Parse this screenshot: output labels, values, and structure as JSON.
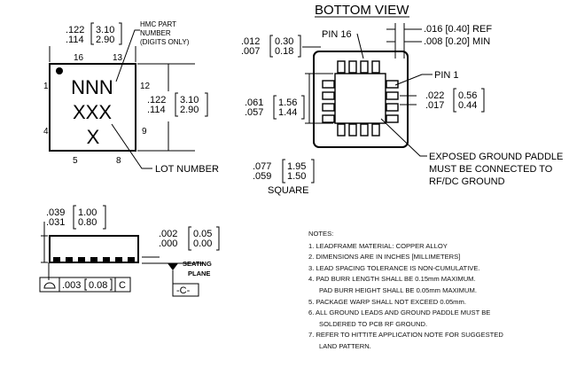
{
  "bottom_view": {
    "title": "BOTTOM VIEW",
    "pin16": "PIN 16",
    "pin1": "PIN 1",
    "pitch_top": ".016 [0.40] REF",
    "pitch_bot": ".008 [0.20] MIN",
    "lead_w_in": ".012\n.007",
    "lead_w_mm": "0.30\n0.18",
    "paddle_in": ".061\n.057",
    "paddle_mm": "1.56\n1.44",
    "lead_len_in": ".022\n.017",
    "lead_len_mm": "0.56\n0.44",
    "sq_in": ".077\n.059",
    "sq_mm": "1.95\n1.50",
    "square": "SQUARE",
    "paddle_note_1": "EXPOSED GROUND PADDLE",
    "paddle_note_2": "MUST BE CONNECTED TO",
    "paddle_note_3": "RF/DC GROUND"
  },
  "top_view": {
    "width_in": ".122\n.114",
    "width_mm": "3.10\n2.90",
    "height_in": ".122\n.114",
    "height_mm": "3.10\n2.90",
    "hmc_label_1": "HMC PART",
    "hmc_label_2": "NUMBER",
    "hmc_label_3": "(DIGITS ONLY)",
    "mark_line1": "NNN",
    "mark_line2": "XXX",
    "mark_line3": "X",
    "lot_number": "LOT NUMBER",
    "pin_16": "16",
    "pin_13": "13",
    "pin_1": "1",
    "pin_12": "12",
    "pin_4": "4",
    "pin_9": "9",
    "pin_5": "5",
    "pin_8": "8"
  },
  "side_view": {
    "height_in": ".039\n.031",
    "height_mm": "1.00\n0.80",
    "standoff_in": ".002\n.000",
    "standoff_mm": "0.05\n0.00",
    "seating_1": "SEATING",
    "seating_2": "PLANE",
    "datum": "-C-",
    "fcf_tol": ".003",
    "fcf_tol_mm": "0.08",
    "fcf_datum": "C"
  },
  "notes": {
    "title": "NOTES:",
    "items": [
      "1.  LEADFRAME MATERIAL: COPPER ALLOY",
      "2.  DIMENSIONS ARE IN INCHES [MILLIMETERS]",
      "3.  LEAD SPACING TOLERANCE IS NON-CUMULATIVE.",
      "4.  PAD BURR LENGTH SHALL BE 0.15mm MAXIMUM.",
      "PAD BURR HEIGHT SHALL BE 0.05mm MAXIMUM.",
      "5.  PACKAGE WARP SHALL NOT EXCEED 0.05mm.",
      "6.  ALL GROUND LEADS AND GROUND PADDLE MUST BE",
      "SOLDERED TO PCB RF GROUND.",
      "7.  REFER TO HITTITE APPLICATION NOTE FOR SUGGESTED",
      "LAND PATTERN."
    ]
  }
}
